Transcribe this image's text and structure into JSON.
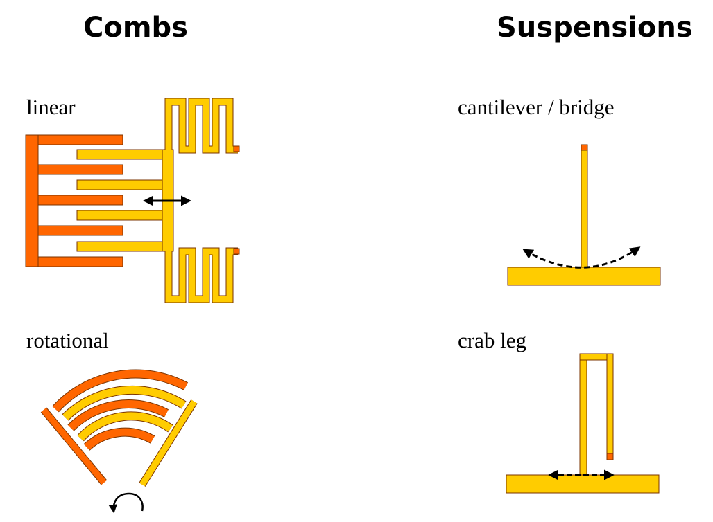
{
  "headings": {
    "combs": "Combs",
    "suspensions": "Suspensions"
  },
  "labels": {
    "linear": "linear",
    "rotational": "rotational",
    "cantilever": "cantilever / bridge",
    "crab": "crab leg"
  },
  "colors": {
    "orange": "#FF6600",
    "yellow": "#FFCC00",
    "light_yellow": "#FFD633",
    "outline": "#7A3300",
    "arrow": "#000000"
  },
  "icons": {
    "linear_motion": "double-arrow-horizontal-icon",
    "rotational_motion": "curved-arrow-icon",
    "cantilever_motion": "dashed-arc-double-arrow-icon",
    "crab_motion": "double-arrow-horizontal-icon"
  }
}
